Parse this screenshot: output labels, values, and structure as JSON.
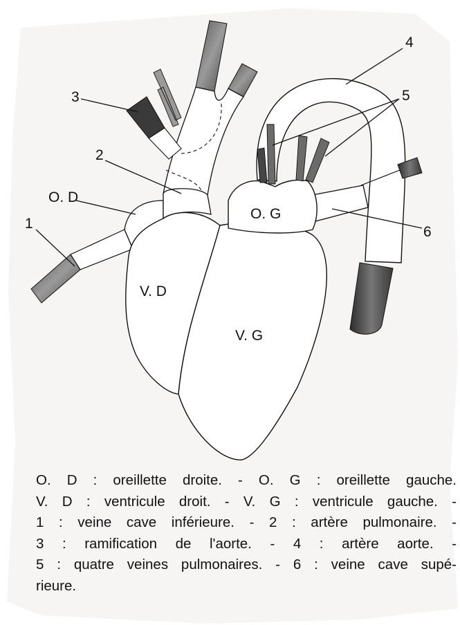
{
  "numbers": {
    "n1": "1",
    "n2": "2",
    "n3": "3",
    "n4": "4",
    "n5": "5",
    "n6": "6"
  },
  "chambers": {
    "od": "O. D",
    "og": "O. G",
    "vd": "V. D",
    "vg": "V. G"
  },
  "caption": {
    "lines": [
      "O. D : oreillette droite. - O. G : oreillette gauche.",
      "V. D : ventricule droit. - V. G : ventricule gauche. -",
      "1 : veine cave inférieure. - 2 : artère pulmonaire. -",
      "3 : ramification de l'aorte. - 4 : artère aorte. -",
      "5 : quatre veines pulmonaires. - 6 : veine cave supé-",
      "rieure."
    ]
  },
  "colors": {
    "paper": "#f7f5f3",
    "ink": "#111111",
    "shaded_vessel": "#6b6b6b",
    "dark_vessel": "#3a3a3a"
  }
}
